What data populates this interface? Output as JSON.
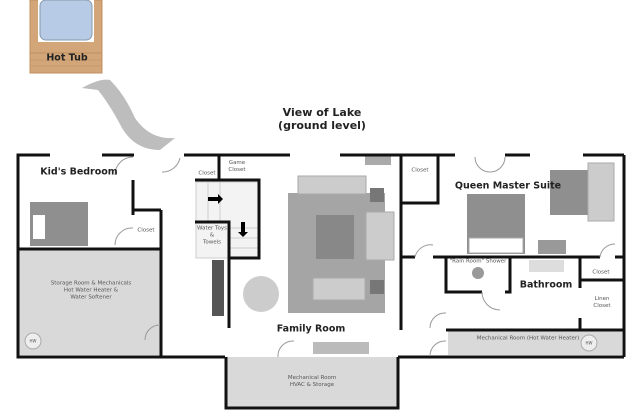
{
  "title": {
    "line1": "View of Lake",
    "line2": "(ground level)"
  },
  "outdoor": {
    "hot_tub": "Hot Tub"
  },
  "rooms": {
    "kids_bedroom": "Kid's Bedroom",
    "kids_closet": "Closet",
    "storage_room": [
      "Storage Room & Mechanicals",
      "Hot Water Heater &",
      "Water Softener"
    ],
    "hw_left": "HW",
    "stair_closet": "Closet",
    "game_closet": [
      "Game",
      "Closet"
    ],
    "water_toys": [
      "Water Toys",
      "&",
      "Towels"
    ],
    "family_room": "Family Room",
    "mechanical_room_bottom": [
      "Mechanical Room",
      "HVAC & Storage"
    ],
    "master_closet": "Closet",
    "queen_master_suite": "Queen Master Suite",
    "rain_shower": "\"Rain Room\" Shower",
    "bathroom": "Bathroom",
    "bath_closet": "Closet",
    "linen_closet": [
      "Linen",
      "Closet"
    ],
    "mechanical_room_right": "Mechanical Room (Hot Water Heater)",
    "hw_right": "HW"
  },
  "colors": {
    "wall": "#111111",
    "room_gray": "#d9d9d9",
    "furniture": "#9a9a9a",
    "wood": "#d2a679",
    "water": "#b8cbe6",
    "path": "#bdbdbd"
  }
}
